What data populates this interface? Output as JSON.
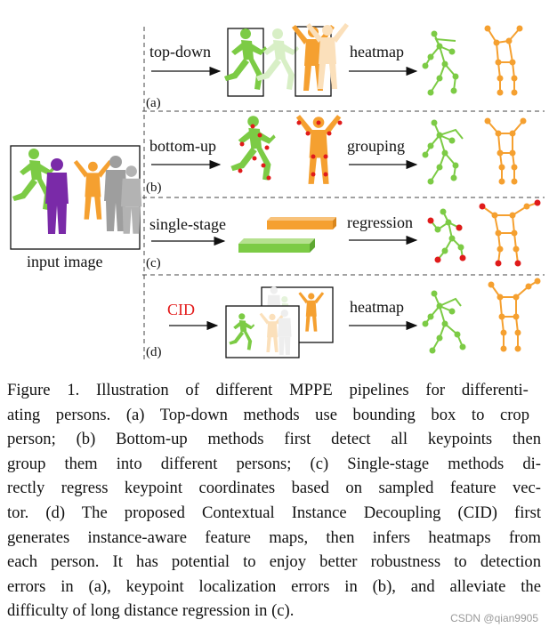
{
  "figure": {
    "input_label": "input image",
    "rows": [
      {
        "id": "a",
        "label": "top-down",
        "tag": "(a)",
        "output": "heatmap"
      },
      {
        "id": "b",
        "label": "bottom-up",
        "tag": "(b)",
        "output": "grouping"
      },
      {
        "id": "c",
        "label": "single-stage",
        "tag": "(c)",
        "output": "regression"
      },
      {
        "id": "d",
        "label": "CID",
        "tag": "(d)",
        "output": "heatmap"
      }
    ],
    "colors": {
      "green": "#7ccb45",
      "orange": "#f5a030",
      "purple": "#7a2aa8",
      "gray": "#9e9e9e",
      "red": "#e01b1b",
      "cid_label": "#e31b1b"
    }
  },
  "caption": {
    "lines": [
      "Figure 1.  Illustration of different MPPE pipelines for differenti-",
      "ating persons.  (a) Top-down methods use bounding box to crop",
      "person; (b) Bottom-up methods first detect all keypoints then",
      "group them into different persons; (c) Single-stage methods di-",
      "rectly regress keypoint coordinates based on sampled feature vec-",
      "tor. (d) The proposed Contextual Instance Decoupling (CID) first",
      "generates instance-aware feature maps, then infers heatmaps from",
      "each person. It has potential to enjoy better robustness to detection",
      "errors in (a), keypoint localization errors in (b), and alleviate the",
      "difficulty of long distance regression in (c)."
    ]
  },
  "watermark": "CSDN @qian9905"
}
